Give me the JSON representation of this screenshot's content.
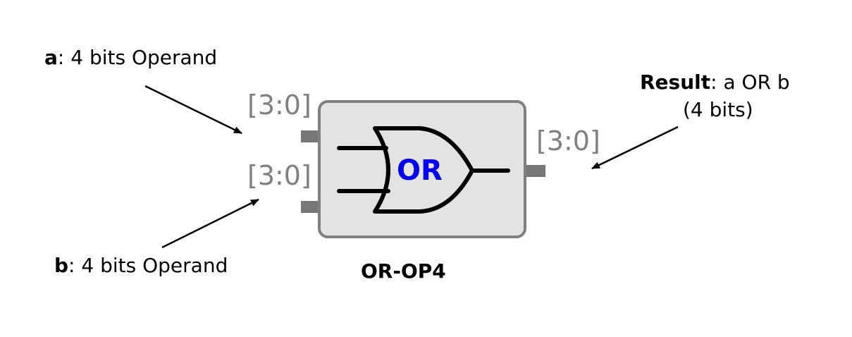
{
  "labels": {
    "a_name": "a",
    "a_desc": ": 4 bits  Operand",
    "b_name": "b",
    "b_desc": ": 4 bits  Operand",
    "result_name": "Result",
    "result_desc": ": a OR b",
    "result_width": "(4 bits)"
  },
  "ports": {
    "input_a_range": "[3:0]",
    "input_b_range": "[3:0]",
    "output_range": "[3:0]"
  },
  "block": {
    "gate_text": "OR",
    "caption": "OR-OP4"
  },
  "colors": {
    "gate_text": "#0000ee",
    "port_text": "#808080",
    "block_fill": "#e3e3e3",
    "block_border": "#808080",
    "pin": "#777777"
  },
  "icons": {
    "gate": "or-gate-icon"
  }
}
